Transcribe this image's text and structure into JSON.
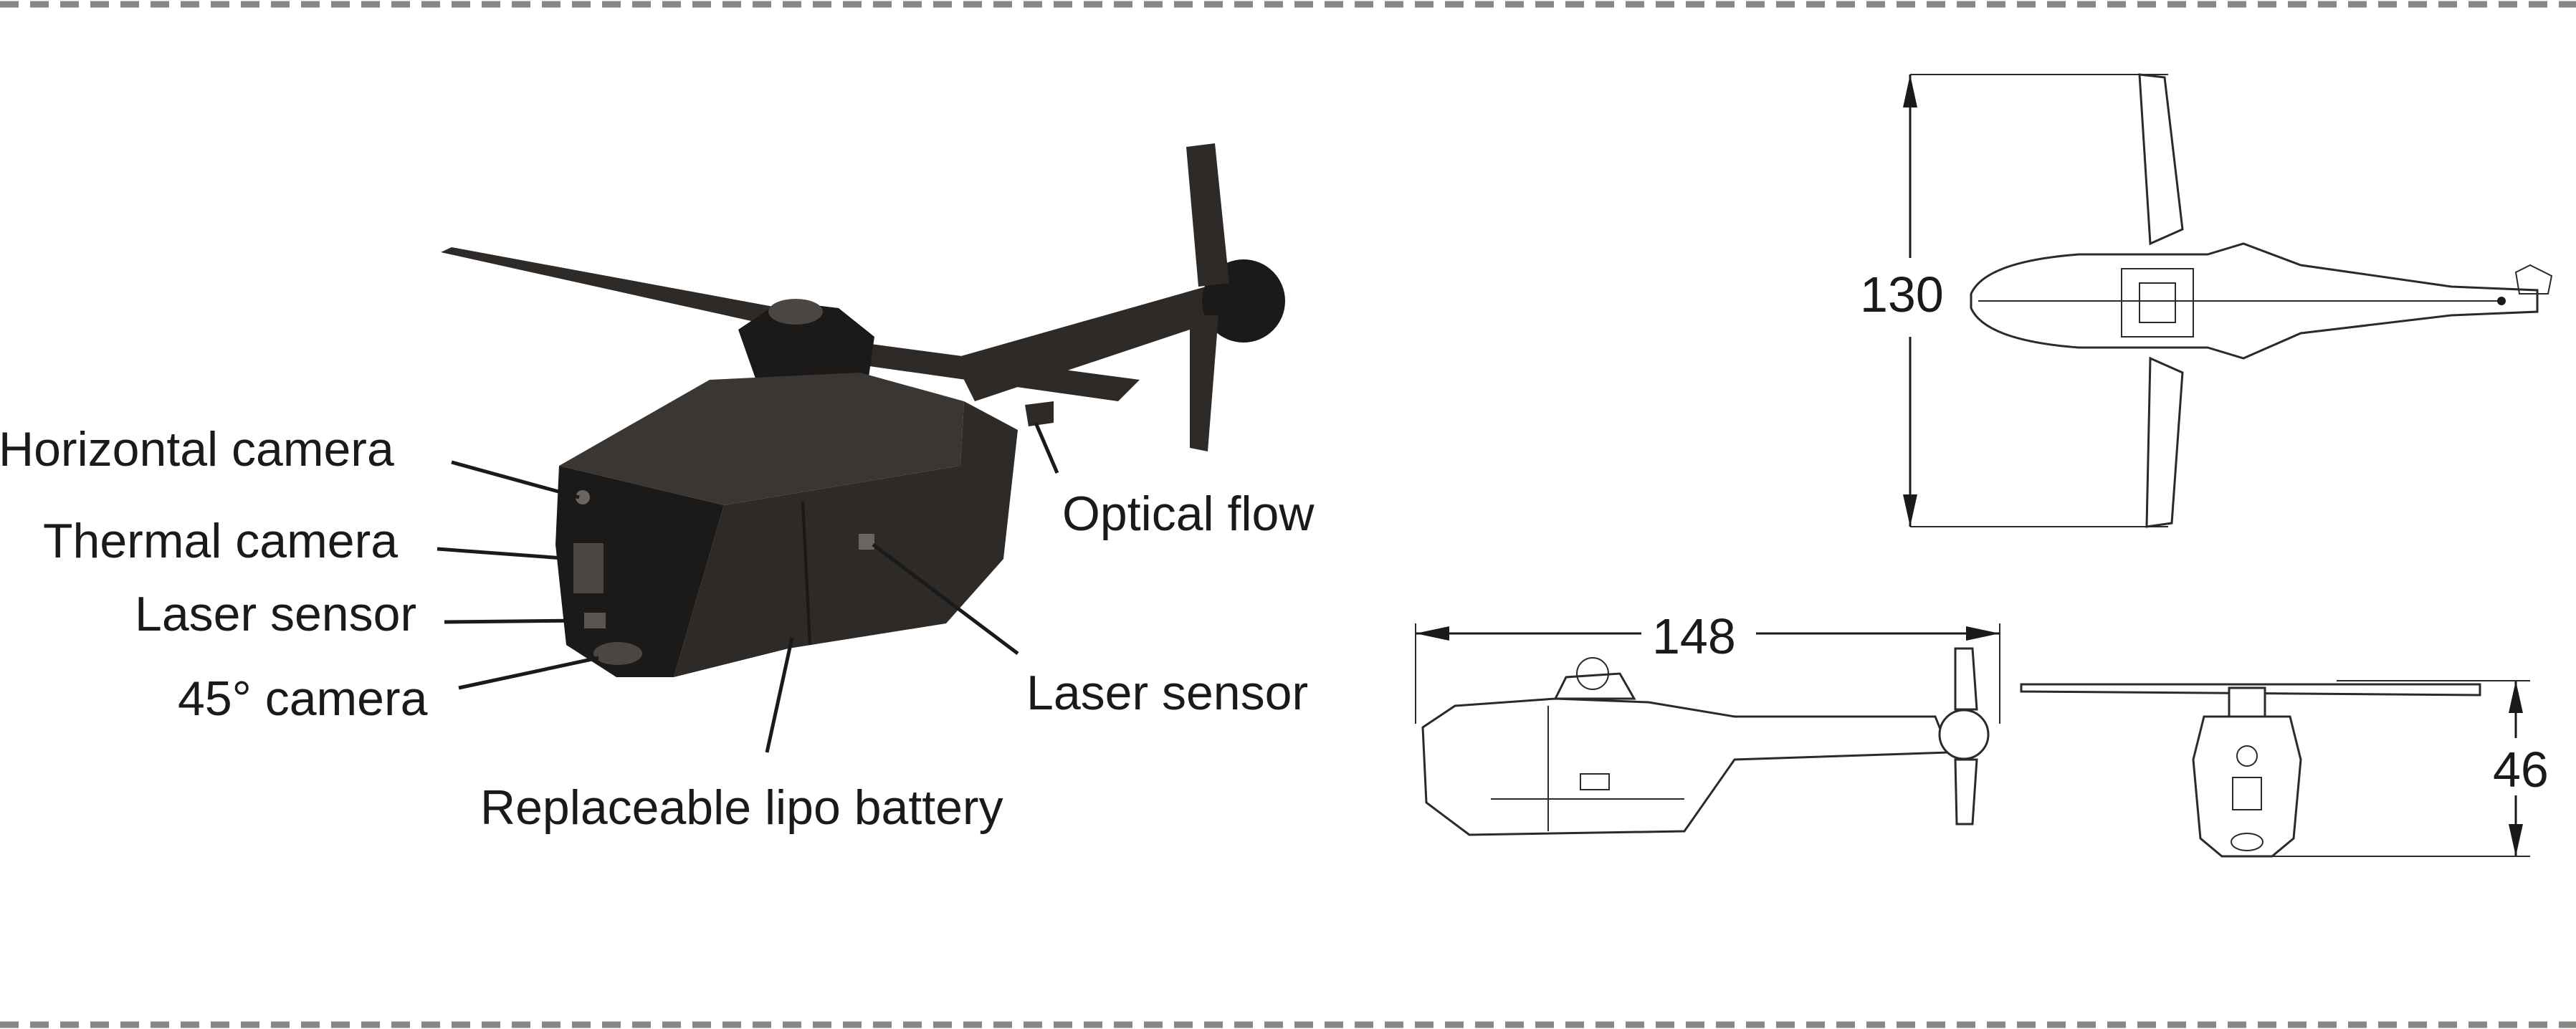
{
  "callouts": {
    "horizontal_camera": "Horizontal camera",
    "thermal_camera": "Thermal camera",
    "laser_sensor_front": "Laser sensor",
    "camera_45": "45° camera",
    "battery": "Replaceable lipo battery",
    "optical_flow": "Optical flow",
    "laser_sensor_side": "Laser sensor"
  },
  "dimensions": {
    "top_view_width": "130",
    "side_view_length": "148",
    "front_view_height": "46"
  },
  "colors": {
    "drone_body": "#2d2a28",
    "drone_shadow": "#1c1a19",
    "drone_highlight": "#4a4643",
    "border_dash": "#8a8683",
    "line_art": "#2a2a2a"
  }
}
